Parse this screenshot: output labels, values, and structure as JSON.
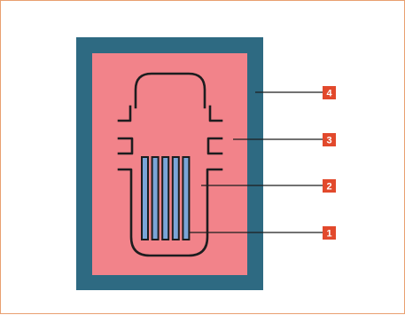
{
  "diagram": {
    "colors": {
      "frame_border": "#e9a070",
      "containment_wall": "#2e6a82",
      "reactor_interior": "#f2838a",
      "vessel_outline": "#1d1d1f",
      "fuel_rod": "#7aa5d8",
      "callout_badge": "#e2492c",
      "leader_line": "#1d1d1f"
    },
    "fuel_rod_count": 5,
    "callouts": [
      {
        "label": "1"
      },
      {
        "label": "2"
      },
      {
        "label": "3"
      },
      {
        "label": "4"
      }
    ]
  }
}
